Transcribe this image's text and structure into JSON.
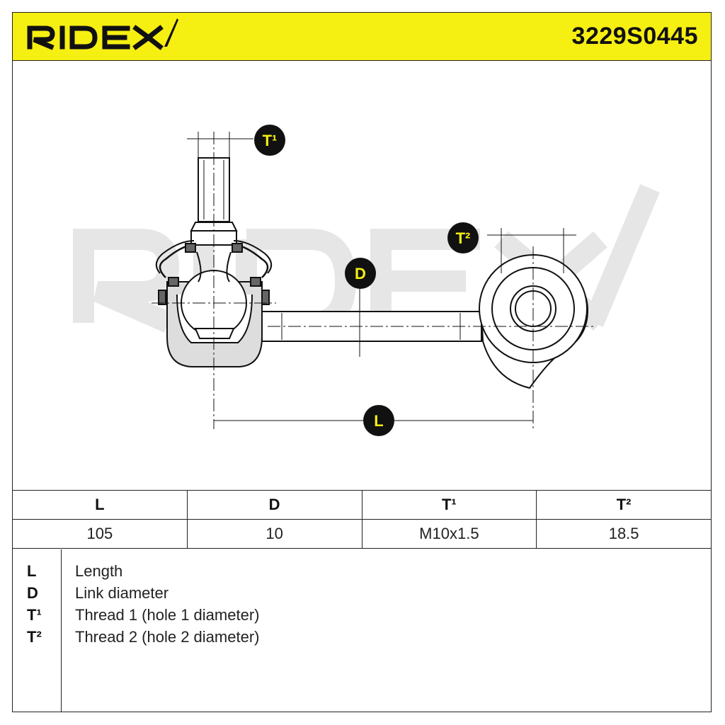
{
  "header": {
    "brand": "RIDEX",
    "part_number": "3229S0445"
  },
  "drawing": {
    "labels": {
      "t1": "T¹",
      "t2": "T²",
      "d": "D",
      "l": "L"
    }
  },
  "spec_table": {
    "headers": [
      "L",
      "D",
      "T¹",
      "T²"
    ],
    "values": [
      "105",
      "10",
      "M10x1.5",
      "18.5"
    ]
  },
  "legend": [
    {
      "code": "L",
      "description": "Length"
    },
    {
      "code": "D",
      "description": "Link diameter"
    },
    {
      "code": "T¹",
      "description": "Thread 1 (hole 1 diameter)"
    },
    {
      "code": "T²",
      "description": "Thread 2 (hole 2 diameter)"
    }
  ],
  "colors": {
    "accent": "#f6ef12",
    "watermark": "#e8e8e8",
    "line": "#222222"
  }
}
